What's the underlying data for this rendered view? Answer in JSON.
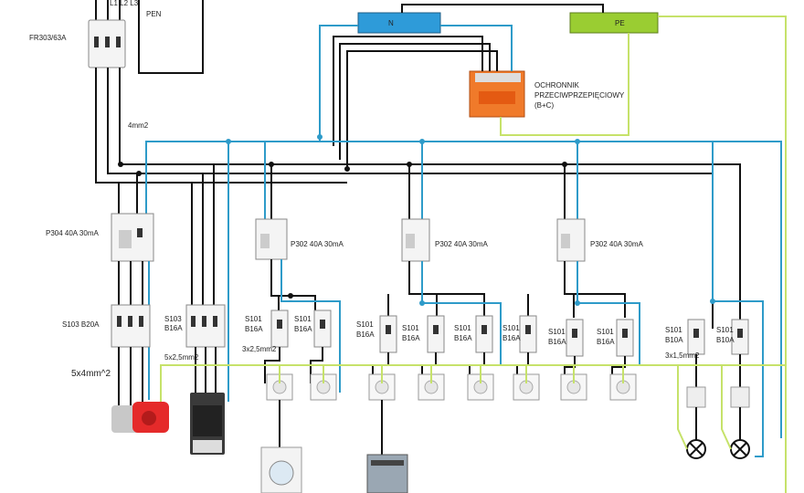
{
  "main_breaker": {
    "label": "FR303/63A",
    "top_labels": [
      "L1",
      "L2",
      "L3"
    ]
  },
  "pen": {
    "label": "PEN"
  },
  "busbars": {
    "neutral": "N",
    "protective": "PE"
  },
  "surge_protector": {
    "line1": "OCHRONNIK",
    "line2": "PRZECIWPRZEPIĘCIOWY",
    "line3": "(B+C)"
  },
  "feeder_cable": {
    "label": "4mm2"
  },
  "rcd_main": {
    "label": "P304 40A 30mA"
  },
  "rcd_groups": [
    {
      "label": "P302 40A 30mA"
    },
    {
      "label": "P302 40A 30mA"
    },
    {
      "label": "P302 40A 30mA"
    }
  ],
  "three_phase_breakers": [
    {
      "model": "S103",
      "rating": "B20A",
      "combined": "S103 B20A"
    },
    {
      "model": "S103",
      "rating": "B16A"
    }
  ],
  "single_breakers": [
    {
      "model": "S101",
      "rating": "B16A"
    },
    {
      "model": "S101",
      "rating": "B16A"
    },
    {
      "model": "S101",
      "rating": "B16A"
    },
    {
      "model": "S101",
      "rating": "B16A"
    },
    {
      "model": "S101",
      "rating": "B16A"
    },
    {
      "model": "S101",
      "rating": "B16A"
    },
    {
      "model": "S101",
      "rating": "B16A"
    },
    {
      "model": "S101",
      "rating": "B16A"
    },
    {
      "model": "S101",
      "rating": "B10A"
    },
    {
      "model": "S101",
      "rating": "B10A"
    }
  ],
  "cables": {
    "three_phase_outlet": "5x4mm^2",
    "oven": "5x2,5mm2",
    "sockets": "3x2,5mm2",
    "lighting": "3x1,5mm2"
  },
  "colors": {
    "neutral": "#2e9bc9",
    "pe": "#c6e26a",
    "phase": "#111111",
    "surge": "#f07a2a"
  },
  "icons": [
    "socket-icon",
    "washing-machine-icon",
    "dishwasher-icon",
    "oven-icon",
    "industrial-socket-icon",
    "lamp-icon",
    "light-switch-icon"
  ]
}
